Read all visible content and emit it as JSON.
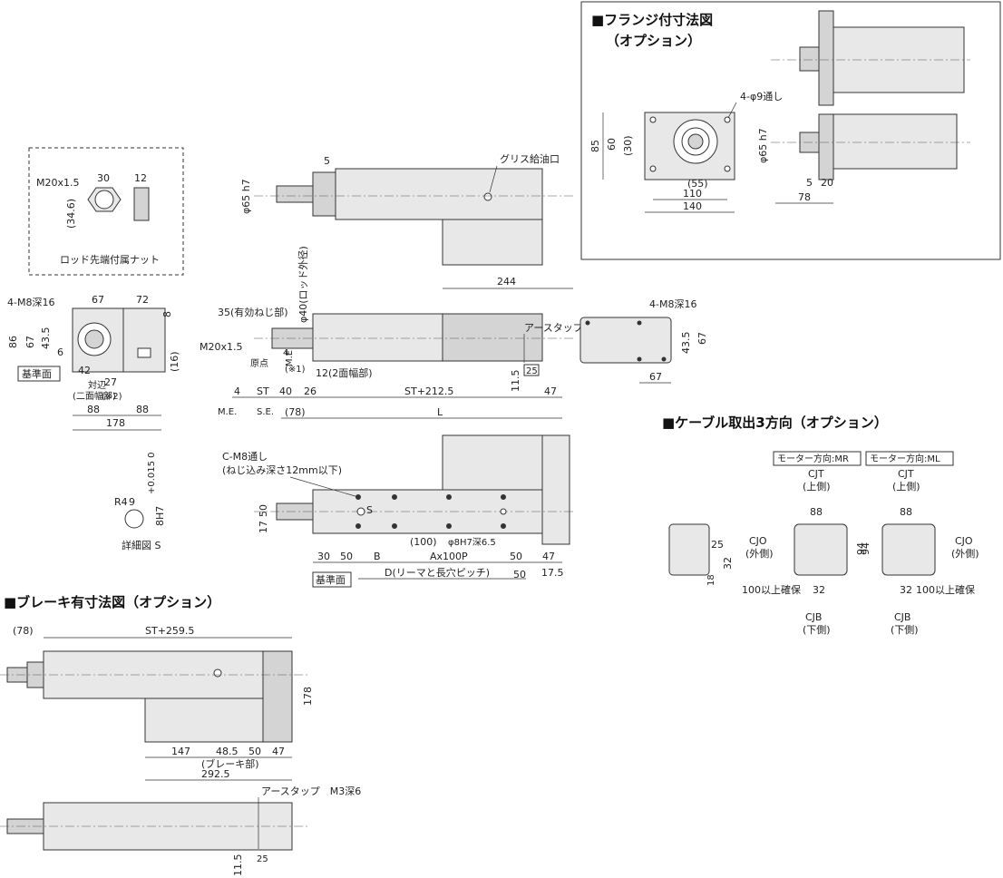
{
  "flange": {
    "title": "■フランジ付寸法図",
    "subtitle": "（オプション）",
    "holes": "4-φ9通し",
    "d85": "85",
    "d60": "60",
    "d30": "(30)",
    "d55": "(55)",
    "d110": "110",
    "d140": "140",
    "phi65": "φ65 h7",
    "d5": "5",
    "d20": "20",
    "d78": "78"
  },
  "nut": {
    "thread": "M20x1.5",
    "w30": "30",
    "w12": "12",
    "h346": "(34.6)",
    "caption": "ロッド先端付属ナット"
  },
  "front": {
    "d5": "5",
    "grease": "グリス給油口",
    "phi65": "φ65 h7",
    "d244": "244"
  },
  "end": {
    "holes": "4-M8深16",
    "d67": "67",
    "d72": "72",
    "d8": "8",
    "d86": "86",
    "d67b": "67",
    "d435": "43.5",
    "d6": "6",
    "d42": "42",
    "d27": "27",
    "d16": "(16)",
    "across": "対辺",
    "flat": "(二面幅部)",
    "note2": "(※2)",
    "ref": "基準面",
    "d88a": "88",
    "d88b": "88",
    "d178": "178"
  },
  "side": {
    "thread35": "35(有効ねじ部)",
    "rod": "φ40(ロッド外径)",
    "thread": "M20x1.5",
    "origin": "原点",
    "me": "M.E.",
    "se": "S.E.",
    "mfoot": "(※1)",
    "me2": "M.E",
    "d4": "4",
    "d4b": "4",
    "st": "ST",
    "d40": "40",
    "d26": "26",
    "d12": "12(2面幅部)",
    "stl": "ST+212.5",
    "d78": "(78)",
    "L": "L",
    "d115": "11.5",
    "d25": "25",
    "d47": "47",
    "earth": "アースタップ M3深6"
  },
  "rear": {
    "holes": "4-M8深16",
    "d67": "67",
    "d435": "43.5",
    "d67b": "67"
  },
  "detail": {
    "r4": "R4",
    "d9": "9",
    "h7": "8H7",
    "tol": "+0.015 0",
    "caption": "詳細図 S"
  },
  "bottom": {
    "cm8": "C-M8通し",
    "cm8b": "(ねじ込み深さ12mm以下)",
    "s": "S",
    "d17": "17",
    "d50": "50",
    "d30": "30",
    "d50b": "50",
    "B": "B",
    "d100": "(100)",
    "pin": "φ8H7深6.5",
    "ax": "Ax100P",
    "d50c": "50",
    "d47": "47",
    "d50d": "50",
    "d175": "17.5",
    "dpitch": "D(リーマと長穴ピッチ)",
    "ref": "基準面"
  },
  "brake": {
    "title": "■ブレーキ有寸法図（オプション）",
    "d78": "(78)",
    "st": "ST+259.5",
    "d178": "178",
    "d147": "147",
    "d485": "48.5",
    "d50": "50",
    "d47": "47",
    "bp": "(ブレーキ部)",
    "d2925": "292.5",
    "earth": "アースタップ　M3深6",
    "d115": "11.5",
    "d25": "25"
  },
  "cable": {
    "title": "■ケーブル取出3方向（オプション）",
    "mr": "モーター方向:MR",
    "ml": "モーター方向:ML",
    "cjt": "CJT",
    "up": "(上側)",
    "d88": "88",
    "d88b": "88",
    "cjo": "CJO",
    "out": "(外側)",
    "cjo2": "CJO",
    "out2": "(外側)",
    "d94": "94",
    "d94b": "94",
    "d32": "32",
    "d32b": "32",
    "keep": "100以上確保",
    "keep2": "100以上確保",
    "cjb": "CJB",
    "down": "(下側)",
    "cjb2": "CJB",
    "down2": "(下側)",
    "d25": "25",
    "d32s": "32",
    "d18": "18",
    "cjt2": "CJT",
    "up2": "(上側)"
  }
}
